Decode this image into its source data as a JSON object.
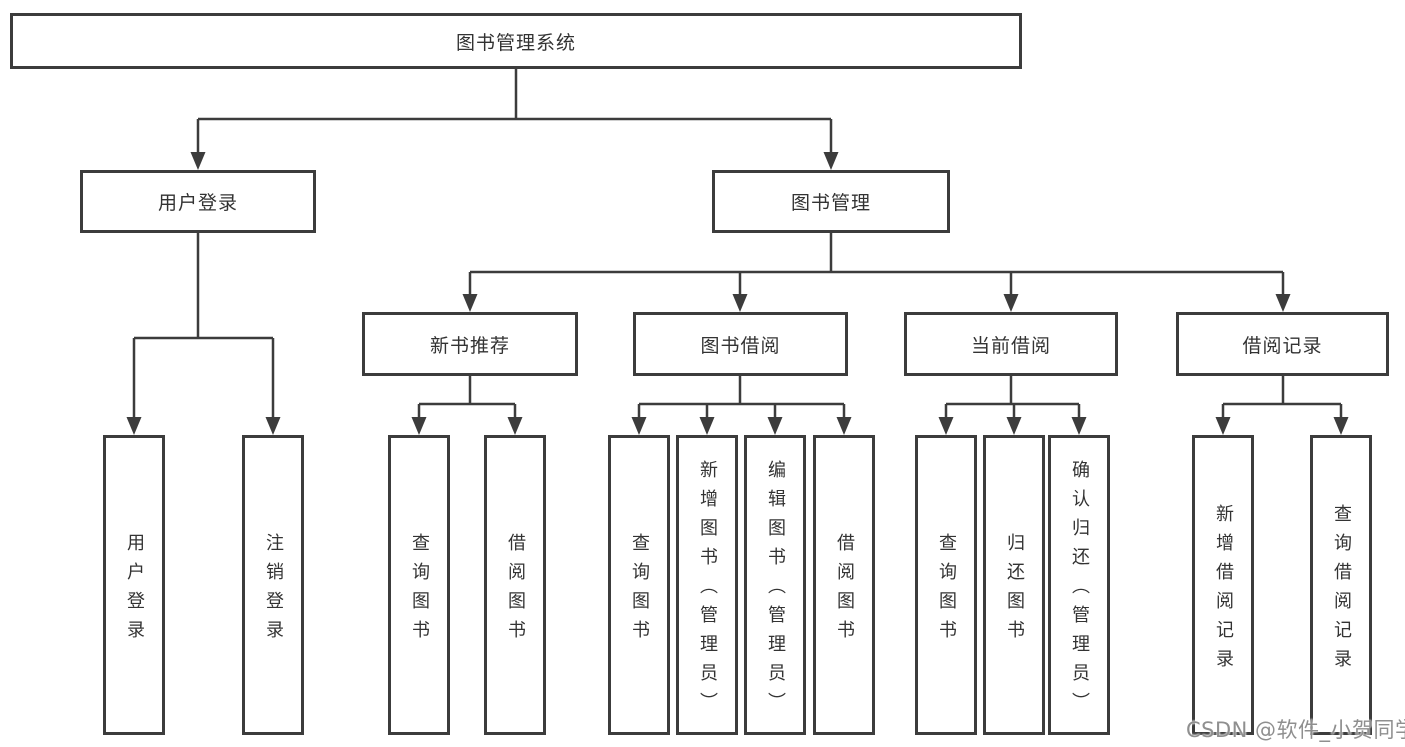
{
  "diagram_title": "图书管理系统",
  "tree": {
    "label": "图书管理系统",
    "children": [
      {
        "label": "用户登录",
        "children": [
          {
            "label": "用户登录"
          },
          {
            "label": "注销登录"
          }
        ]
      },
      {
        "label": "图书管理",
        "children": [
          {
            "label": "新书推荐",
            "children": [
              {
                "label": "查询图书"
              },
              {
                "label": "借阅图书"
              }
            ]
          },
          {
            "label": "图书借阅",
            "children": [
              {
                "label": "查询图书"
              },
              {
                "label": "新增图书（管理员）"
              },
              {
                "label": "编辑图书（管理员）"
              },
              {
                "label": "借阅图书"
              }
            ]
          },
          {
            "label": "当前借阅",
            "children": [
              {
                "label": "查询图书"
              },
              {
                "label": "归还图书"
              },
              {
                "label": "确认归还（管理员）"
              }
            ]
          },
          {
            "label": "借阅记录",
            "children": [
              {
                "label": "新增借阅记录"
              },
              {
                "label": "查询借阅记录"
              }
            ]
          }
        ]
      }
    ]
  },
  "watermark": {
    "text": "CSDN @软件_小贺同学"
  },
  "colors": {
    "background": "#ffffff",
    "box_border": "#3c3c3c",
    "connector_line": "#3c3c3c",
    "text": "#333333",
    "watermark_text": "#8f8f8f"
  }
}
